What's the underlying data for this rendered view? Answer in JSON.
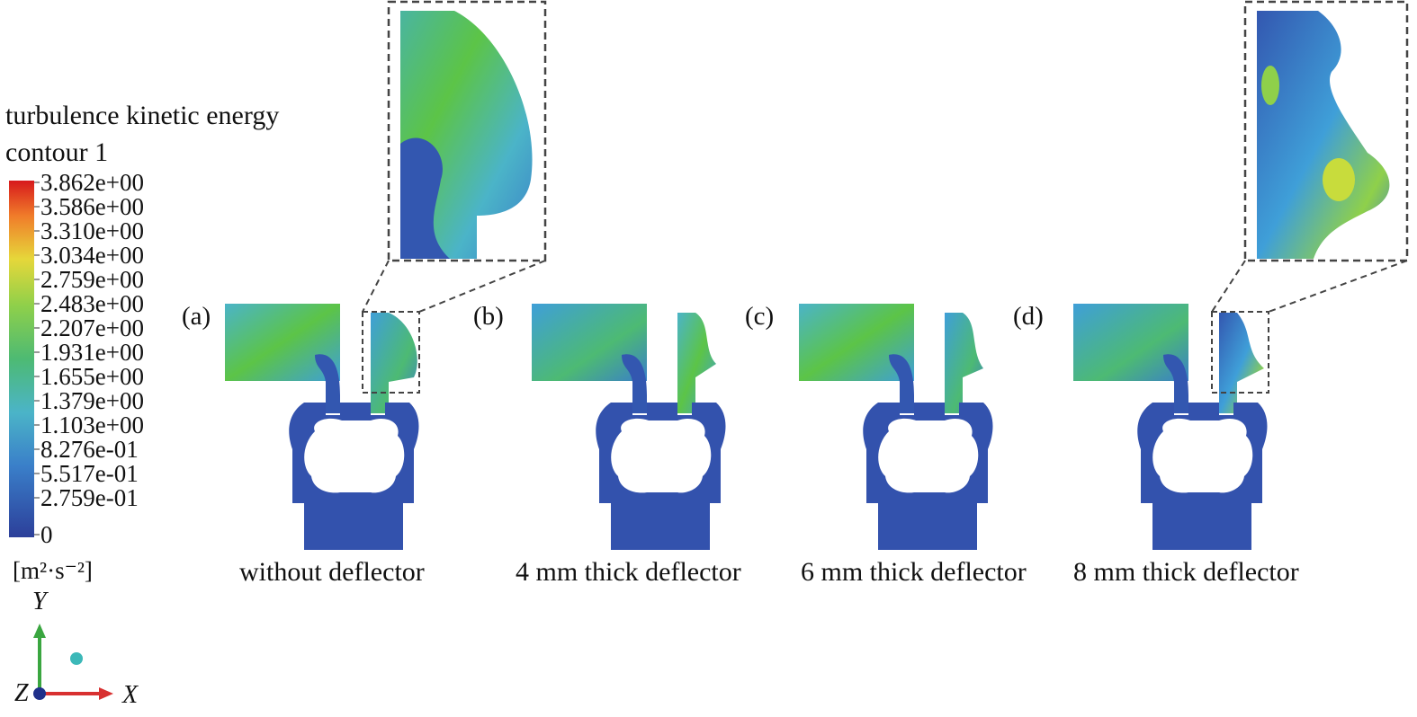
{
  "legend": {
    "title_line1": "turbulence kinetic energy",
    "title_line2": "contour 1",
    "unit": "[m²·s⁻²]",
    "ticks": [
      "3.862e+00",
      "3.586e+00",
      "3.310e+00",
      "3.034e+00",
      "2.759e+00",
      "2.483e+00",
      "2.207e+00",
      "1.931e+00",
      "1.655e+00",
      "1.379e+00",
      "1.103e+00",
      "8.276e-01",
      "5.517e-01",
      "2.759e-01",
      "0"
    ],
    "colors": [
      "#d7191c",
      "#e8432a",
      "#f07d2a",
      "#f2a531",
      "#e6d73a",
      "#c8dc3c",
      "#8fd04a",
      "#5cc447",
      "#4dba73",
      "#4ab5a0",
      "#4bb4c8",
      "#3f9fd8",
      "#3a7fc9",
      "#3357b0",
      "#2c3f9a"
    ]
  },
  "axes": {
    "y": "Y",
    "x": "X",
    "z": "Z"
  },
  "panels": [
    {
      "label": "(a)",
      "caption": "without deflector"
    },
    {
      "label": "(b)",
      "caption": "4 mm thick deflector"
    },
    {
      "label": "(c)",
      "caption": "6 mm thick deflector"
    },
    {
      "label": "(d)",
      "caption": "8 mm thick deflector"
    }
  ]
}
